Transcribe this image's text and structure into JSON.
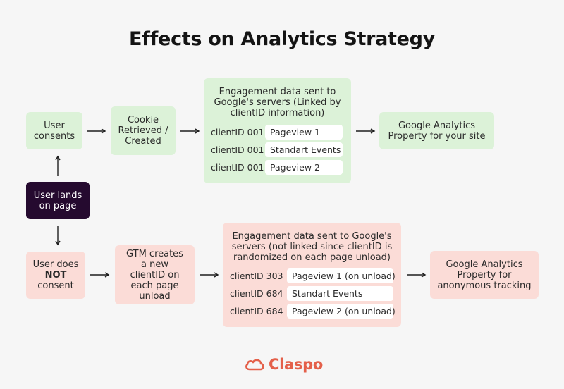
{
  "title": "Effects on Analytics Strategy",
  "start": {
    "label": "User lands on page"
  },
  "consent_flow": {
    "user": "User consents",
    "cookie": "Cookie Retrieved / Created",
    "panel_title": "Engagement data sent to Google's servers (Linked by clientID information)",
    "rows": [
      {
        "id": "clientID 001",
        "event": "Pageview 1"
      },
      {
        "id": "clientID 001",
        "event": "Standart Events"
      },
      {
        "id": "clientID 001",
        "event": "Pageview 2"
      }
    ],
    "destination": "Google Analytics Property for your site"
  },
  "no_consent_flow": {
    "user_pre": "User does ",
    "user_bold": "NOT",
    "user_post": "consent",
    "gtm": "GTM creates a new clientID on each page unload",
    "panel_title": "Engagement data sent to Google's servers (not linked since clientID is randomized on each page unload)",
    "rows": [
      {
        "id": "clientID 303",
        "event": "Pageview 1 (on unload)"
      },
      {
        "id": "clientID 684",
        "event": "Standart Events"
      },
      {
        "id": "clientID 684",
        "event": "Pageview 2 (on unload)"
      }
    ],
    "destination": "Google Analytics Property for anonymous tracking"
  },
  "colors": {
    "consent": "#dcf2d8",
    "no_consent": "#fbdcd7",
    "start": "#250a2f",
    "brand": "#e4604a"
  },
  "brand": {
    "name": "Claspo",
    "icon": "cloud-icon"
  }
}
